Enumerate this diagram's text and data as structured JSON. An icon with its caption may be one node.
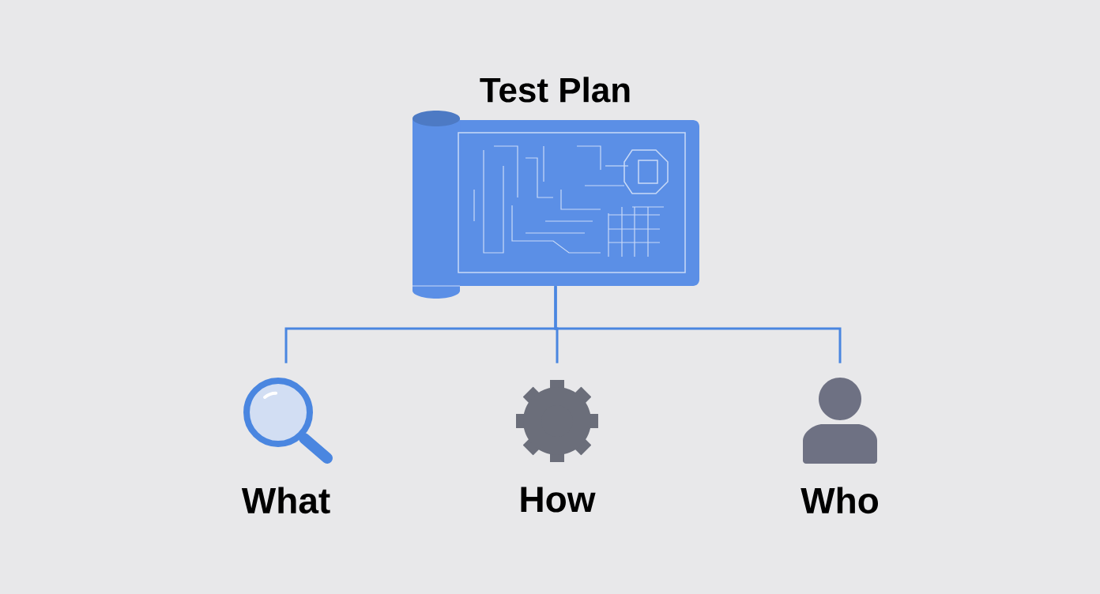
{
  "diagram": {
    "nodes": [
      {
        "text": [
          "Test Plan"
        ]
      },
      {
        "text": [
          "What"
        ]
      },
      {
        "text": [
          "How"
        ]
      },
      {
        "text": [
          "Who"
        ]
      }
    ],
    "edges": [
      {
        "from": 0,
        "to": 1,
        "arrow": "none"
      },
      {
        "from": 0,
        "to": 2,
        "arrow": "none"
      },
      {
        "from": 0,
        "to": 3,
        "arrow": "none"
      }
    ]
  }
}
